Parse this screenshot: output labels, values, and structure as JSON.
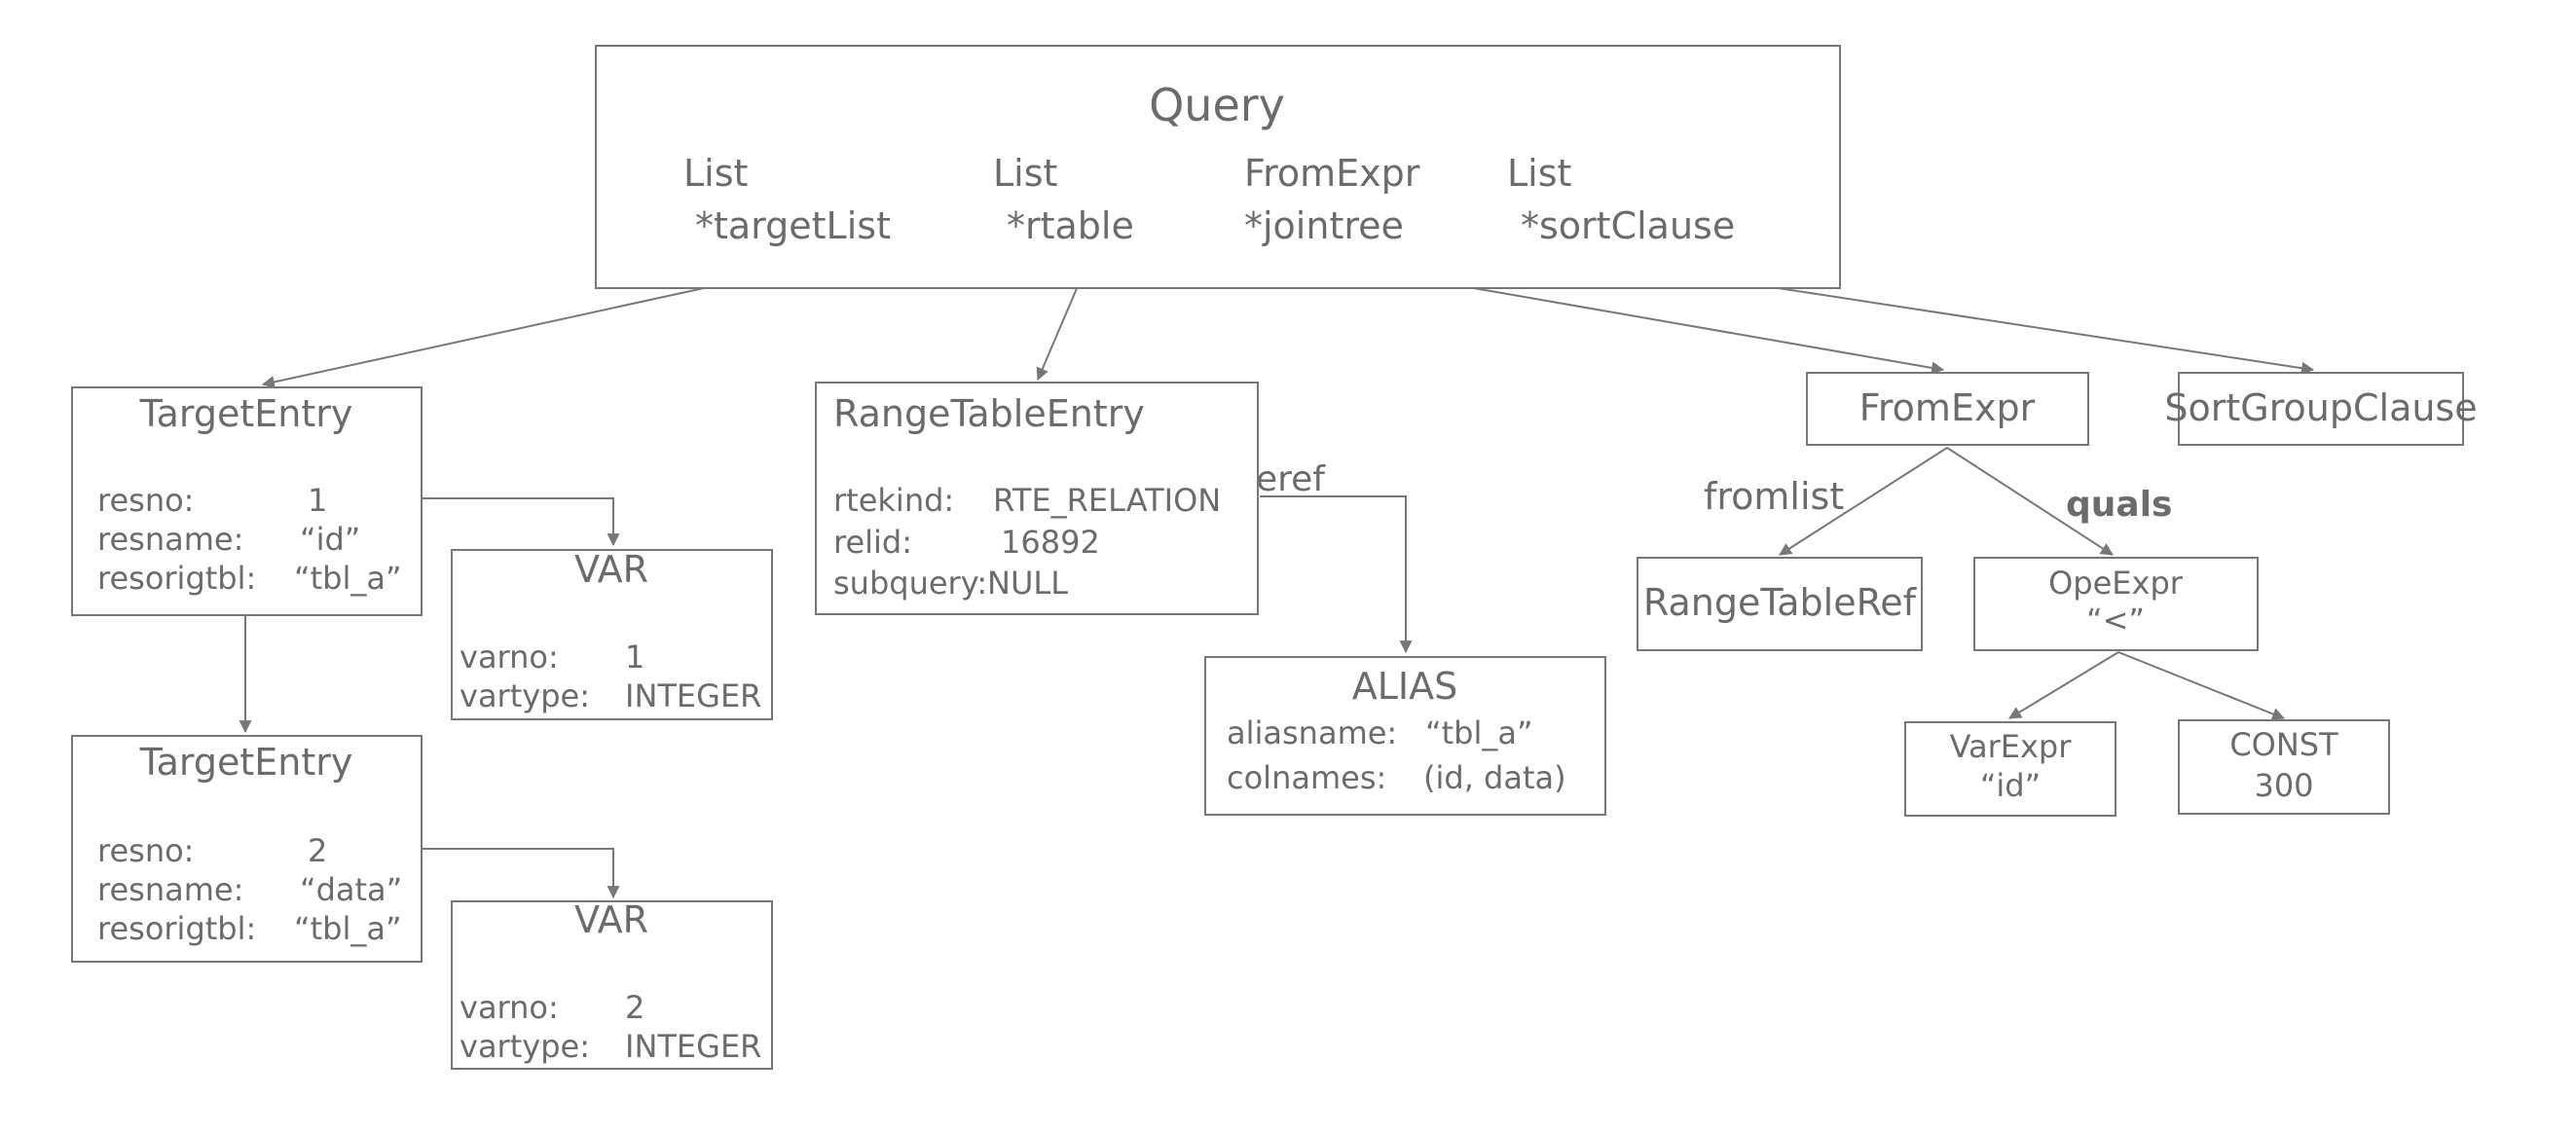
{
  "query": {
    "title": "Query",
    "fields": [
      {
        "type": "List",
        "name": "*targetList"
      },
      {
        "type": "List",
        "name": "*rtable"
      },
      {
        "type": "FromExpr",
        "name": "*jointree"
      },
      {
        "type": "List",
        "name": "*sortClause"
      }
    ]
  },
  "target_entries": [
    {
      "title": "TargetEntry",
      "rows": [
        {
          "key": "resno:",
          "value": "1"
        },
        {
          "key": "resname:",
          "value": "“id”"
        },
        {
          "key": "resorigtbl:",
          "value": "“tbl_a”"
        }
      ]
    },
    {
      "title": "TargetEntry",
      "rows": [
        {
          "key": "resno:",
          "value": "2"
        },
        {
          "key": "resname:",
          "value": "“data”"
        },
        {
          "key": "resorigtbl:",
          "value": "“tbl_a”"
        }
      ]
    }
  ],
  "vars": [
    {
      "title": "VAR",
      "rows": [
        {
          "key": "varno:",
          "value": "1"
        },
        {
          "key": "vartype:",
          "value": "INTEGER"
        }
      ]
    },
    {
      "title": "VAR",
      "rows": [
        {
          "key": "varno:",
          "value": "2"
        },
        {
          "key": "vartype:",
          "value": "INTEGER"
        }
      ]
    }
  ],
  "range_table_entry": {
    "title": "RangeTableEntry",
    "rows": [
      {
        "key": "rtekind:",
        "value": "RTE_RELATION"
      },
      {
        "key": "relid:",
        "value": "16892"
      },
      {
        "key": "subquery:",
        "value": "NULL"
      }
    ]
  },
  "alias": {
    "title": "ALIAS",
    "rows": [
      {
        "key": "aliasname:",
        "value": "“tbl_a”"
      },
      {
        "key": "colnames:",
        "value": "(id, data)"
      }
    ]
  },
  "edge_labels": {
    "eref": "eref",
    "fromlist": "fromlist",
    "quals": "quals"
  },
  "from_expr": {
    "title": "FromExpr"
  },
  "sort_group_clause": {
    "title": "SortGroupClause"
  },
  "range_table_ref": {
    "title": "RangeTableRef"
  },
  "ope_expr": {
    "title": "OpeExpr",
    "value": "“<”"
  },
  "var_expr": {
    "title": "VarExpr",
    "value": "“id”"
  },
  "const": {
    "title": "CONST",
    "value": "300"
  }
}
